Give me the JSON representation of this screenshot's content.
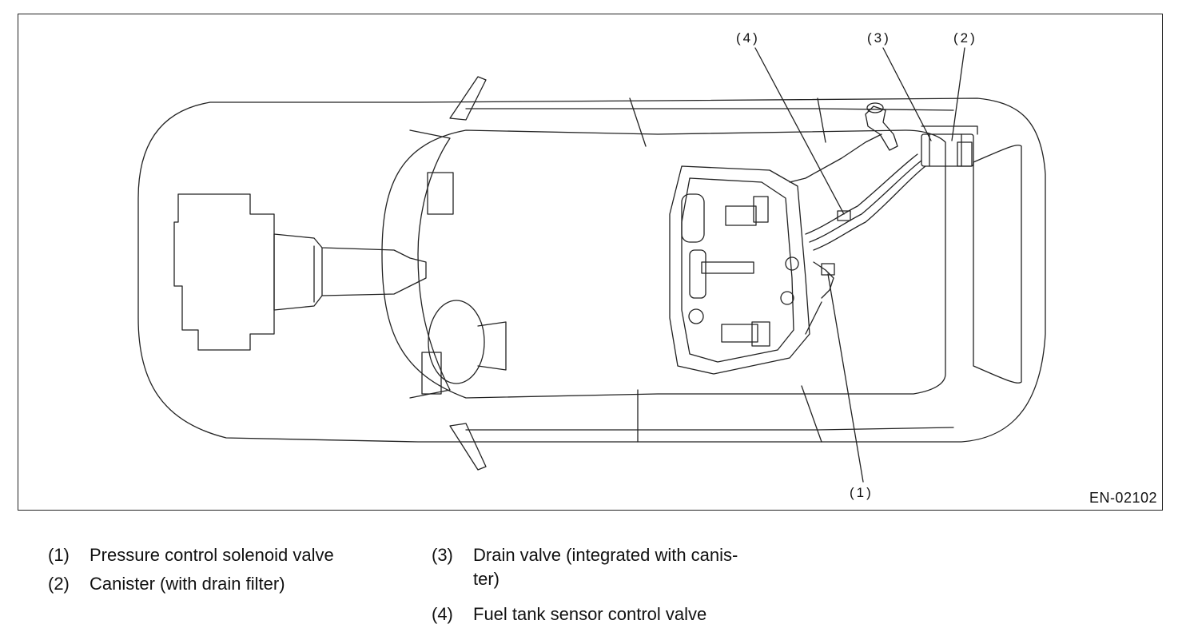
{
  "figure": {
    "code": "EN-02102",
    "callouts": {
      "c1": "(1)",
      "c2": "(2)",
      "c3": "(3)",
      "c4": "(4)"
    }
  },
  "legend": [
    {
      "num": "(1)",
      "text": "Pressure control solenoid valve"
    },
    {
      "num": "(2)",
      "text": "Canister (with drain filter)"
    },
    {
      "num": "(3)",
      "text": "Drain valve (integrated with canis-",
      "text2": "ter)"
    },
    {
      "num": "(4)",
      "text": "Fuel tank sensor control valve"
    }
  ]
}
